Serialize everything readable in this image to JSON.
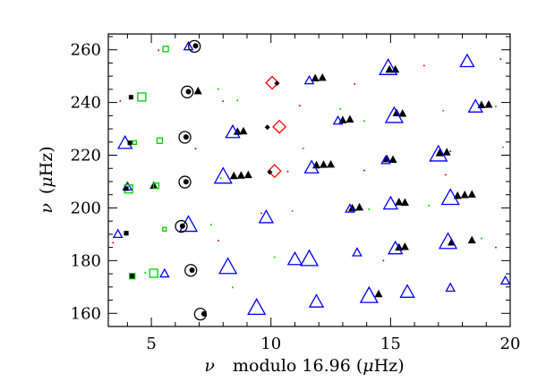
{
  "chart_data": {
    "type": "scatter",
    "title": "",
    "xlabel_parts": [
      "ν",
      "modulo 16.96 (",
      "μ",
      "Hz)"
    ],
    "ylabel_parts": [
      "ν",
      "(",
      "μ",
      "Hz)"
    ],
    "xlim": [
      3.2,
      20.0
    ],
    "ylim": [
      155,
      266
    ],
    "xticks": [
      5,
      10,
      15,
      20
    ],
    "yticks": [
      160,
      180,
      200,
      220,
      240,
      260
    ],
    "grid": false,
    "colors": {
      "open_triangle": "#0000ff",
      "open_square": "#00cc00",
      "open_diamond": "#ff0000",
      "filled": "#000000",
      "open_circle": "#000000"
    },
    "series": [
      {
        "marker": "filled-triangle",
        "points": [
          [
            14.95,
            252.5
          ],
          [
            15.2,
            252.5
          ],
          [
            11.85,
            249.2
          ],
          [
            12.15,
            249.4
          ],
          [
            6.95,
            244.3
          ],
          [
            15.25,
            236.0
          ],
          [
            15.5,
            235.8
          ],
          [
            13.0,
            233.3
          ],
          [
            13.3,
            233.6
          ],
          [
            18.8,
            239.0
          ],
          [
            19.1,
            239.2
          ],
          [
            8.6,
            228.9
          ],
          [
            8.85,
            229.1
          ],
          [
            17.05,
            220.8
          ],
          [
            17.35,
            221.1
          ],
          [
            14.85,
            218.5
          ],
          [
            15.1,
            218.3
          ],
          [
            11.9,
            216.2
          ],
          [
            12.2,
            216.4
          ],
          [
            12.5,
            216.5
          ],
          [
            8.45,
            212.1
          ],
          [
            8.75,
            212.3
          ],
          [
            9.05,
            212.5
          ],
          [
            5.1,
            208.4
          ],
          [
            15.35,
            202.2
          ],
          [
            15.6,
            202.0
          ],
          [
            13.4,
            199.9
          ],
          [
            13.7,
            200.2
          ],
          [
            17.8,
            204.6
          ],
          [
            18.1,
            204.9
          ],
          [
            18.4,
            205.1
          ],
          [
            15.35,
            185.0
          ],
          [
            15.6,
            185.2
          ],
          [
            17.55,
            186.9
          ],
          [
            18.4,
            187.7
          ],
          [
            14.5,
            167.3
          ]
        ]
      },
      {
        "marker": "open-triangle",
        "points": [
          [
            6.55,
            261.2
          ],
          [
            18.2,
            255.5
          ],
          [
            14.9,
            253.0
          ],
          [
            11.6,
            248.3
          ],
          [
            18.55,
            238.3
          ],
          [
            15.15,
            234.8
          ],
          [
            12.8,
            233.0
          ],
          [
            8.4,
            228.6
          ],
          [
            17.0,
            220.2
          ],
          [
            14.8,
            218.0
          ],
          [
            11.7,
            215.2
          ],
          [
            8.0,
            211.8
          ],
          [
            13.3,
            199.6
          ],
          [
            15.0,
            201.5
          ],
          [
            17.5,
            203.7
          ],
          [
            4.0,
            208.0
          ],
          [
            9.8,
            196.3
          ],
          [
            6.55,
            193.5
          ],
          [
            13.6,
            183.0
          ],
          [
            15.2,
            184.5
          ],
          [
            17.4,
            187.0
          ],
          [
            3.6,
            190.0
          ],
          [
            11.0,
            180.4
          ],
          [
            8.2,
            177.5
          ],
          [
            5.55,
            175.0
          ],
          [
            15.7,
            168.0
          ],
          [
            14.1,
            166.5
          ],
          [
            17.5,
            169.6
          ],
          [
            11.9,
            164.3
          ],
          [
            9.4,
            162.0
          ],
          [
            19.8,
            172.3
          ],
          [
            3.9,
            224.5
          ],
          [
            11.6,
            180.5
          ]
        ]
      },
      {
        "marker": "open-square",
        "points": [
          [
            5.6,
            260.3
          ],
          [
            4.6,
            242.1
          ],
          [
            4.3,
            224.8
          ],
          [
            5.35,
            225.5
          ],
          [
            4.05,
            207.2
          ],
          [
            3.95,
            190.4
          ],
          [
            4.2,
            174.1
          ],
          [
            5.1,
            175.2
          ],
          [
            5.55,
            191.9
          ],
          [
            5.2,
            208.4
          ]
        ]
      },
      {
        "marker": "filled-square",
        "points": [
          [
            4.15,
            242.0
          ],
          [
            4.1,
            224.7
          ],
          [
            3.95,
            207.3
          ],
          [
            3.95,
            190.4
          ],
          [
            4.2,
            174.1
          ]
        ]
      },
      {
        "marker": "open-circle",
        "points": [
          [
            6.8,
            261.3
          ],
          [
            6.5,
            244.0
          ],
          [
            6.4,
            226.8
          ],
          [
            6.4,
            209.8
          ],
          [
            6.25,
            193.0
          ],
          [
            6.65,
            176.3
          ],
          [
            7.05,
            159.7
          ]
        ]
      },
      {
        "marker": "filled-circle",
        "points": [
          [
            6.85,
            261.5
          ],
          [
            6.55,
            244.1
          ],
          [
            6.45,
            226.9
          ],
          [
            6.45,
            209.9
          ],
          [
            6.3,
            193.1
          ],
          [
            6.7,
            176.4
          ],
          [
            7.2,
            159.8
          ]
        ]
      },
      {
        "marker": "open-diamond",
        "points": [
          [
            10.05,
            247.5
          ],
          [
            10.35,
            230.8
          ],
          [
            10.15,
            214.0
          ]
        ]
      },
      {
        "marker": "filled-diamond",
        "points": [
          [
            10.25,
            247.3
          ],
          [
            9.85,
            230.6
          ],
          [
            9.95,
            213.6
          ]
        ]
      },
      {
        "marker": "dot-red",
        "points": [
          [
            5.3,
            259.8
          ],
          [
            3.7,
            240.6
          ],
          [
            8.0,
            240.5
          ],
          [
            11.2,
            238.8
          ],
          [
            16.4,
            254.0
          ],
          [
            19.6,
            256.5
          ],
          [
            6.85,
            222.5
          ],
          [
            10.7,
            213.8
          ],
          [
            13.9,
            214.2
          ],
          [
            17.3,
            212.6
          ],
          [
            9.6,
            198.0
          ],
          [
            3.4,
            186.8
          ],
          [
            7.8,
            187.6
          ],
          [
            14.7,
            180.0
          ],
          [
            19.4,
            185.0
          ],
          [
            13.5,
            247.0
          ],
          [
            17.5,
            221.5
          ]
        ]
      },
      {
        "marker": "dot-green",
        "points": [
          [
            7.8,
            245.1
          ],
          [
            12.9,
            237.5
          ],
          [
            17.2,
            236.9
          ],
          [
            19.7,
            223.0
          ],
          [
            11.35,
            222.6
          ],
          [
            7.9,
            211.3
          ],
          [
            10.9,
            198.8
          ],
          [
            20.0,
            206.3
          ],
          [
            14.1,
            199.5
          ],
          [
            7.5,
            193.6
          ],
          [
            10.15,
            181.3
          ],
          [
            18.8,
            188.4
          ],
          [
            8.4,
            169.8
          ],
          [
            4.75,
            175.4
          ],
          [
            19.4,
            238.5
          ],
          [
            13.9,
            233.0
          ],
          [
            16.6,
            200.9
          ],
          [
            8.6,
            240.8
          ]
        ]
      }
    ]
  }
}
